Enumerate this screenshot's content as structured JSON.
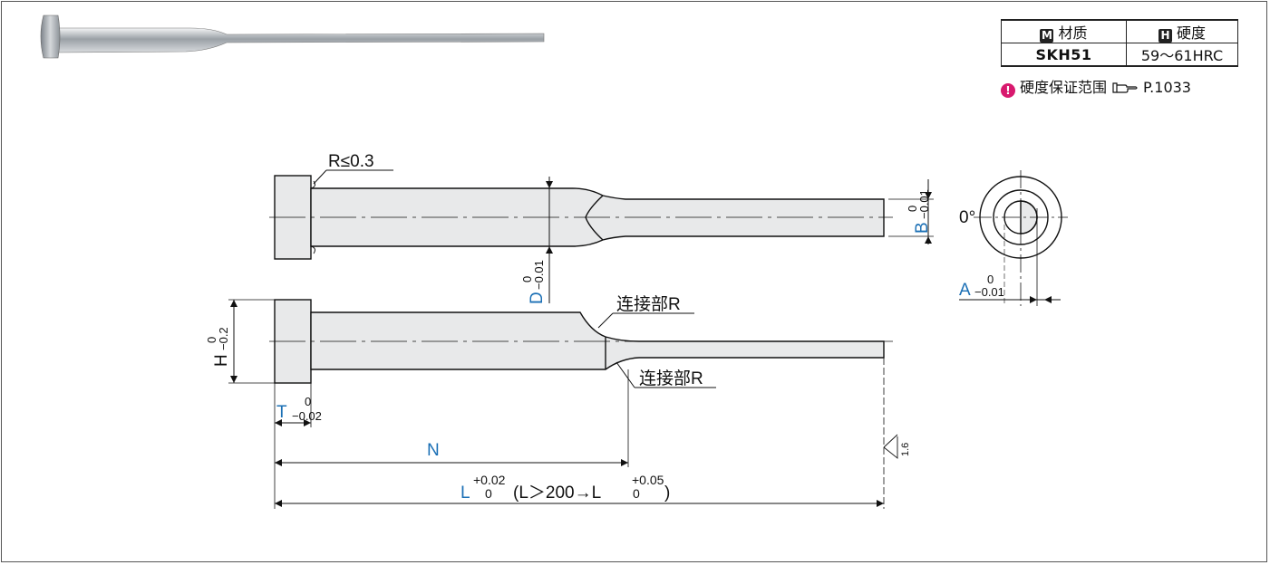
{
  "spec_table": {
    "material_header": "材质",
    "material_badge": "M",
    "hardness_header": "硬度",
    "hardness_badge": "H",
    "material_value": "SKH51",
    "hardness_value": "59～61HRC"
  },
  "note": {
    "text": "硬度保证范围",
    "page_ref": "P.1033"
  },
  "dimensions": {
    "corner_radius": "R≤0.3",
    "b_label": "B",
    "b_tol_upper": "0",
    "b_tol_lower": "−0.01",
    "d_label": "D",
    "d_tol_upper": "0",
    "d_tol_lower": "−0.01",
    "angle": "0°",
    "a_label": "A",
    "a_tol_upper": "0",
    "a_tol_lower": "−0.01",
    "h_label": "H",
    "h_tol_upper": "0",
    "h_tol_lower": "−0.2",
    "t_label": "T",
    "t_tol_upper": "0",
    "t_tol_lower": "−0.02",
    "connection_r_top": "连接部R",
    "connection_r_bottom": "连接部R",
    "n_label": "N",
    "l_label": "L",
    "l_tol_upper": "+0.02",
    "l_tol_lower": "0",
    "l_condition": "(L＞200→L",
    "l2_tol_upper": "+0.05",
    "l2_tol_lower": "0",
    "l_close": ")",
    "surface_roughness": "1.6"
  },
  "colors": {
    "label_blue": "#1a6fb5",
    "warning": "#d8196e",
    "part_fill": "#e8e9ea",
    "line": "#111111"
  }
}
